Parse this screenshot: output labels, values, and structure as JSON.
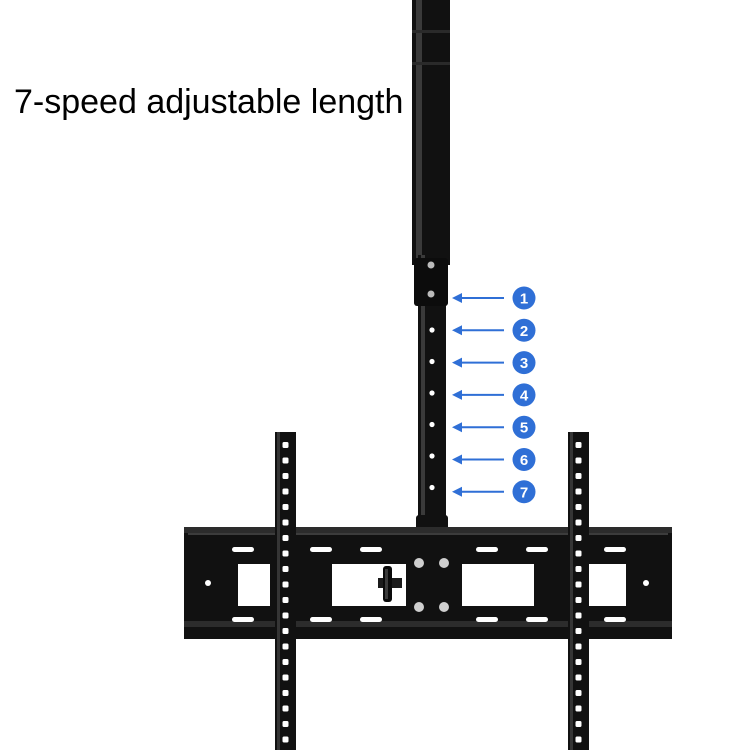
{
  "headline": "7-speed adjustable length",
  "markers": [
    "1",
    "2",
    "3",
    "4",
    "5",
    "6",
    "7"
  ],
  "colors": {
    "background": "#ffffff",
    "metal": "#111111",
    "metal_highlight": "#3a3a3a",
    "hole": "#ffffff",
    "marker_fill": "#2f6fd6",
    "arrow": "#2f6fd6",
    "marker_text": "#ffffff"
  },
  "icons": {
    "pole": "telescopic-pole-icon",
    "bracket": "tv-mount-bracket-icon",
    "knob": "tilt-knob-icon",
    "arrow": "left-arrow-icon"
  }
}
